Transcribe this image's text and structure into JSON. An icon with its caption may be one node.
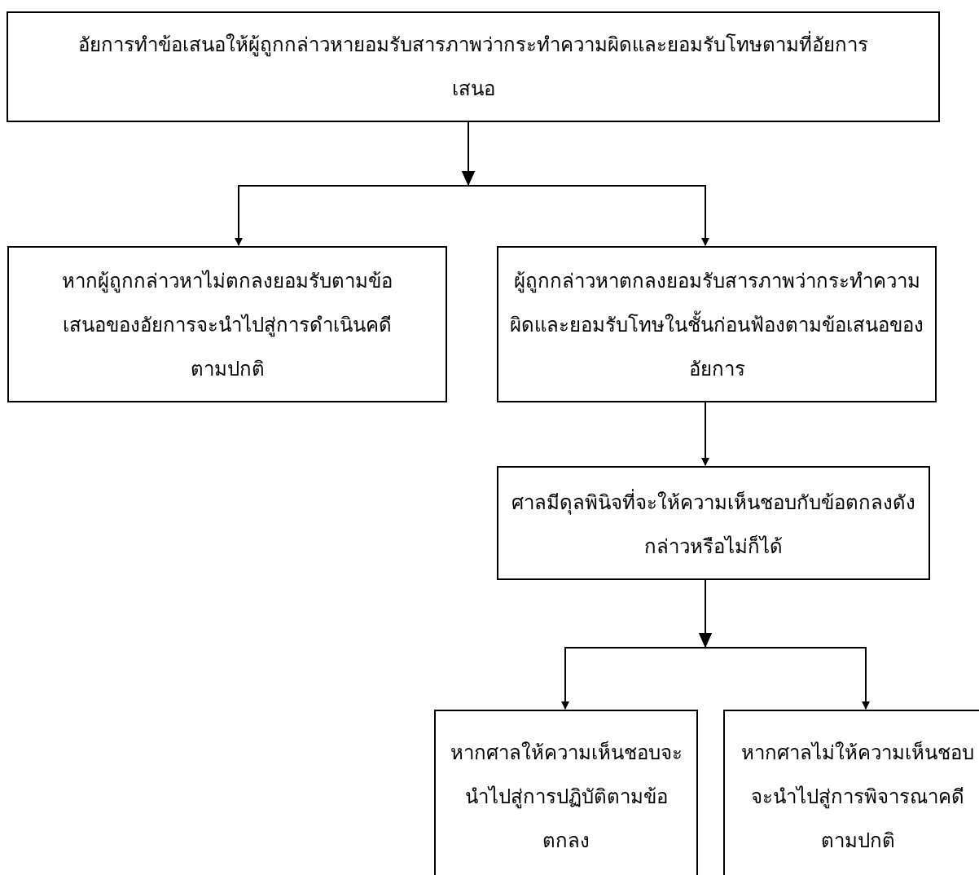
{
  "diagram": {
    "nodes": [
      {
        "text": [
          "อัยการทำข้อเสนอให้ผู้ถูกกล่าวหายอมรับสารภาพว่ากระทำความผิดและยอมรับโทษตามที่อัยการเสนอ"
        ]
      },
      {
        "text": [
          "หากผู้ถูกกล่าวหาไม่ตกลงยอมรับตามข้อเสนอของอัยการจะนำไปสู่การดำเนินคดีตามปกติ"
        ]
      },
      {
        "text": [
          "ผู้ถูกกล่าวหาตกลงยอมรับสารภาพว่ากระทำความผิดและยอมรับโทษในชั้นก่อนฟ้องตามข้อเสนอของอัยการ"
        ]
      },
      {
        "text": [
          "ศาลมีดุลพินิจที่จะให้ความเห็นชอบกับข้อตกลงดังกล่าวหรือไม่ก็ได้"
        ]
      },
      {
        "text": [
          "หากศาลให้ความเห็นชอบจะนำไปสู่การปฏิบัติตามข้อตกลง"
        ]
      },
      {
        "text": [
          "หากศาลไม่ให้ความเห็นชอบจะนำไปสู่การพิจารณาคดีตามปกติ"
        ]
      }
    ],
    "edges": [
      {
        "from": 0,
        "to": 1,
        "arrow": "to"
      },
      {
        "from": 0,
        "to": 2,
        "arrow": "to"
      },
      {
        "from": 2,
        "to": 3,
        "arrow": "to"
      },
      {
        "from": 3,
        "to": 4,
        "arrow": "to"
      },
      {
        "from": 3,
        "to": 5,
        "arrow": "to"
      }
    ]
  }
}
